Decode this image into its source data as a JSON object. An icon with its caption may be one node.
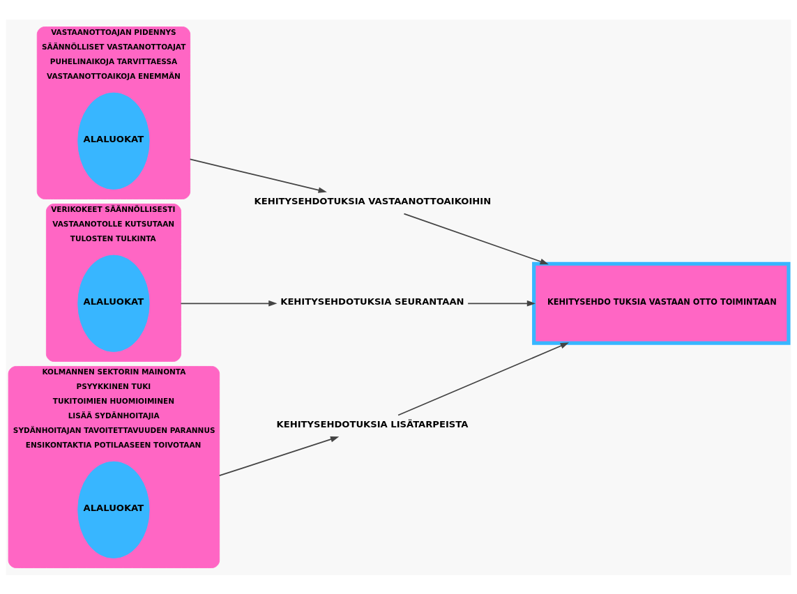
{
  "diagram": {
    "nodes": [
      {
        "text": [
          "VASTAANOTTOAJAN PIDENNYS",
          "SÄÄNNÖLLISET VASTAANOTTOAJAT",
          "PUHELINAIKOJA TARVITTAESSA",
          "VASTAANOTTOAIKOJA ENEMMÄN"
        ]
      },
      {
        "text": [
          "ALALUOKAT"
        ],
        "in": 0
      },
      {
        "text": [
          "KEHITYSEHDOTUKSIA VASTAANOTTOAIKOIHIN"
        ]
      },
      {
        "text": [
          "VERIKOKEET SÄÄNNÖLLISESTI",
          "VASTAANOTOLLE KUTSUTAAN",
          "TULOSTEN TULKINTA"
        ]
      },
      {
        "text": [
          "ALALUOKAT"
        ],
        "in": 3
      },
      {
        "text": [
          "KEHITYSEHDOTUKSIA SEURANTAAN"
        ]
      },
      {
        "text": [
          "KOLMANNEN SEKTORIN MAINONTA",
          "PSYYKKINEN TUKI",
          "TUKITOIMIEN HUOMIOIMINEN",
          "LISÄÄ SYDÄNHOITAJIA",
          "SYDÄNHOITAJAN TAVOITETTAVUUDEN PARANNUS",
          "ENSIKONTAKTIA POTILAASEEN TOIVOTAAN"
        ]
      },
      {
        "text": [
          "ALALUOKAT"
        ],
        "in": 6
      },
      {
        "text": [
          "KEHITYSEHDOTUKSIA LISÄTARPEISTA"
        ]
      },
      {
        "text": [
          "KEHITYSEHDO TUKSIA VASTAAN OTTO TOIMINTAAN"
        ]
      }
    ],
    "edges": [
      {
        "from": 0,
        "to": 2,
        "arrow": "to"
      },
      {
        "from": 2,
        "to": 9,
        "arrow": "to"
      },
      {
        "from": 3,
        "to": 5,
        "arrow": "to"
      },
      {
        "from": 5,
        "to": 9,
        "arrow": "to"
      },
      {
        "from": 6,
        "to": 8,
        "arrow": "to"
      },
      {
        "from": 8,
        "to": 9,
        "arrow": "to"
      }
    ]
  }
}
